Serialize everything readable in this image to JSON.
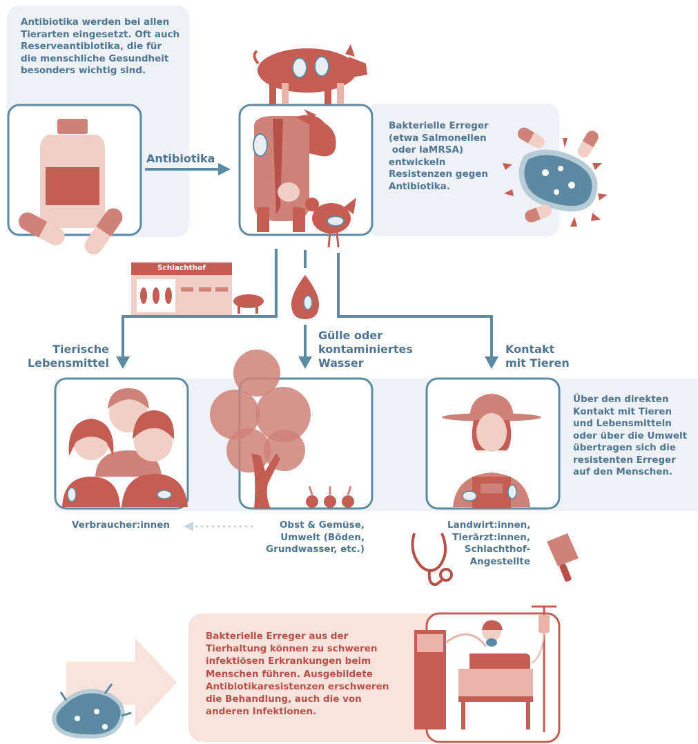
{
  "intro_text": [
    "Antibiotika werden bei allen",
    "Tierarten eingesetzt. Oft auch",
    "Reserveantibiotika, die für",
    "die menschliche Gesundheit",
    "besonders wichtig sind."
  ],
  "arrow_label": "Antibiotika",
  "bacteria_text": [
    "Bakterielle Erreger",
    "(etwa Salmonellen",
    " oder laMRSA)",
    "entwickeln",
    "Resistenzen gegen",
    "Antibiotika."
  ],
  "slaughterhouse_label": "Schlachthof",
  "path_left": [
    "Tierische",
    "Lebensmittel"
  ],
  "path_middle": [
    "Gülle oder",
    "kontaminiertes",
    "Wasser"
  ],
  "path_right": [
    "Kontakt",
    "mit Tieren"
  ],
  "transfer_text": [
    "Über den direkten",
    "Kontakt mit Tieren",
    "und Lebensmitteln",
    "oder über die Umwelt",
    "übertragen sich die",
    "resistenten Erreger",
    "auf den Menschen."
  ],
  "caption_consumers": "Verbraucher:innen",
  "caption_environment": [
    "Obst & Gemüse,",
    "Umwelt (Böden,",
    "Grundwasser, etc.)"
  ],
  "caption_workers": [
    "Landwirt:innen,",
    "Tierärzt:innen,",
    "Schlachthof-",
    "Angestellte"
  ],
  "bottom_text": [
    "Bakterielle Erreger aus der",
    "Tierhaltung können zu schweren",
    "infektiösen Erkrankungen beim",
    "Menschen führen. Ausgebildete",
    "Antibiotikaresistenzen erschweren",
    "die Behandlung, auch die von",
    "anderen Infektionen."
  ],
  "colors": {
    "accent_blue": "#4e7590",
    "accent_red": "#b5504a",
    "panel_blue": "#eef2f6",
    "panel_pink": "#f7e2dc",
    "salmon": "#cf8378"
  }
}
